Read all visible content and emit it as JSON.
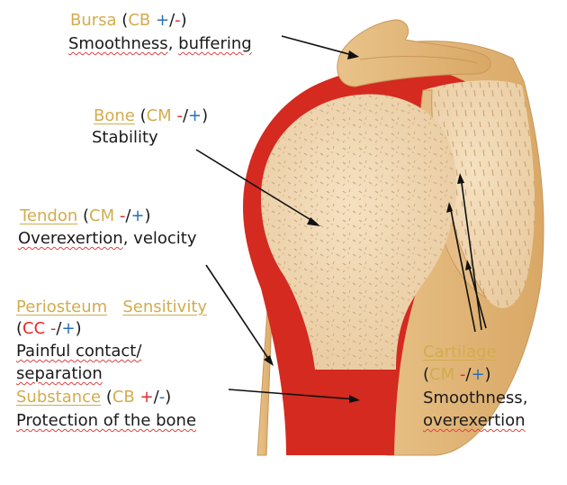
{
  "labels": {
    "bursa": {
      "name": "Bursa",
      "code": "CB",
      "sign1": "+",
      "slash": "/",
      "sign2": "-",
      "desc_a": "Smoothness",
      "desc_sep": ", ",
      "desc_b": "buffering"
    },
    "bone": {
      "name": "Bone",
      "code": "CM",
      "sign1": "-",
      "slash": "/",
      "sign2": "+",
      "desc": "Stability"
    },
    "tendon": {
      "name": "Tendon",
      "code": "CM",
      "sign1": "-",
      "slash": "/",
      "sign2": "+",
      "desc_a": "Overexertion",
      "desc_sep": ", ",
      "desc_b": "velocity"
    },
    "periosteum": {
      "name": "Periosteum",
      "name2": "Sensitivity",
      "code": "CC",
      "sign1": "-",
      "slash": "/",
      "sign2": "+",
      "desc_line1": "Painful contact/",
      "desc_line2": "separation"
    },
    "substance": {
      "name": "Substance",
      "code": "CB",
      "sign1": "+",
      "slash": "/",
      "sign2": "-",
      "desc": "Protection of the bone"
    },
    "cartilage": {
      "name": "Cartilage",
      "code": "CM",
      "sign1": "-",
      "slash": "/",
      "sign2": "+",
      "desc_line1": "Smoothness,",
      "desc_line2": "overexertion"
    }
  },
  "colors": {
    "label_name": "#d2ac4e",
    "minus_sign": "#e62a2a",
    "plus_sign": "#2a6fb5",
    "periosteum_red": "#d42a20",
    "bone_fill": "#f0d8b4",
    "tissue_tan": "#e2b77c"
  }
}
